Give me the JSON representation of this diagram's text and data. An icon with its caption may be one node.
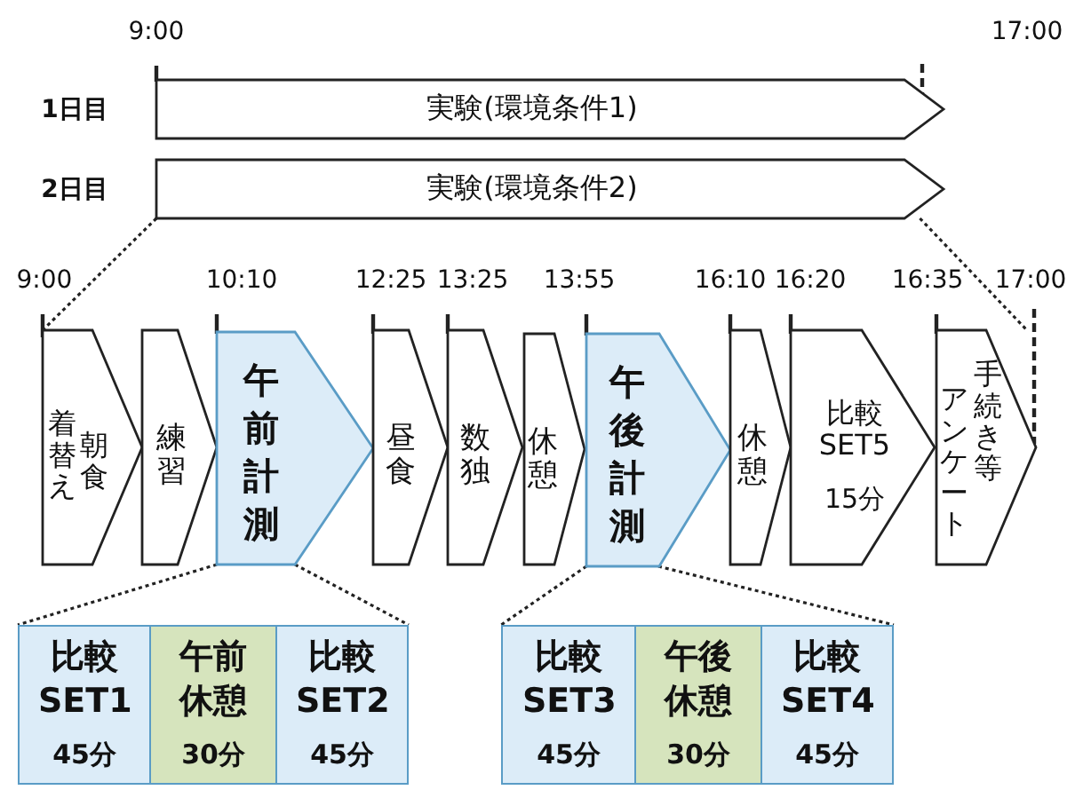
{
  "diagram": {
    "nodes": [
      {
        "text": [
          "実験(環境条件1)"
        ],
        "beside": [
          "9:00",
          "17:00",
          "1日目"
        ]
      },
      {
        "text": [
          "実験(環境条件2)"
        ],
        "beside": [
          "2日目"
        ]
      },
      {
        "text": [
          "着替え",
          "朝食"
        ],
        "beside": [
          "9:00"
        ]
      },
      {
        "text": [
          "練習"
        ]
      },
      {
        "text": [
          "午前計測"
        ],
        "beside": [
          "10:10"
        ]
      },
      {
        "text": [
          "昼食"
        ],
        "beside": [
          "12:25"
        ]
      },
      {
        "text": [
          "数独"
        ],
        "beside": [
          "13:25"
        ]
      },
      {
        "text": [
          "休憩"
        ]
      },
      {
        "text": [
          "午後計測"
        ],
        "beside": [
          "13:55"
        ]
      },
      {
        "text": [
          "休憩"
        ],
        "beside": [
          "16:10"
        ]
      },
      {
        "text": [
          "比較 SET5",
          "15分"
        ],
        "beside": [
          "16:20"
        ]
      },
      {
        "text": [
          "アンケート",
          "手続き等"
        ],
        "beside": [
          "16:35",
          "17:00"
        ]
      },
      {
        "text": [
          "比較 SET1",
          "45分"
        ]
      },
      {
        "text": [
          "午前休憩",
          "30分"
        ]
      },
      {
        "text": [
          "比較 SET2",
          "45分"
        ]
      },
      {
        "text": [
          "比較 SET3",
          "45分"
        ]
      },
      {
        "text": [
          "午後休憩",
          "30分"
        ]
      },
      {
        "text": [
          "比較 SET4",
          "45分"
        ]
      }
    ],
    "edges": [
      {
        "from": 1,
        "to": 2,
        "arrow": "none",
        "style": "dashed"
      },
      {
        "from": 1,
        "to": 11,
        "arrow": "none",
        "style": "dashed"
      },
      {
        "from": 4,
        "to": 12,
        "arrow": "none",
        "style": "dashed"
      },
      {
        "from": 4,
        "to": 14,
        "arrow": "none",
        "style": "dashed"
      },
      {
        "from": 8,
        "to": 15,
        "arrow": "none",
        "style": "dashed"
      },
      {
        "from": 8,
        "to": 17,
        "arrow": "none",
        "style": "dashed"
      }
    ]
  }
}
